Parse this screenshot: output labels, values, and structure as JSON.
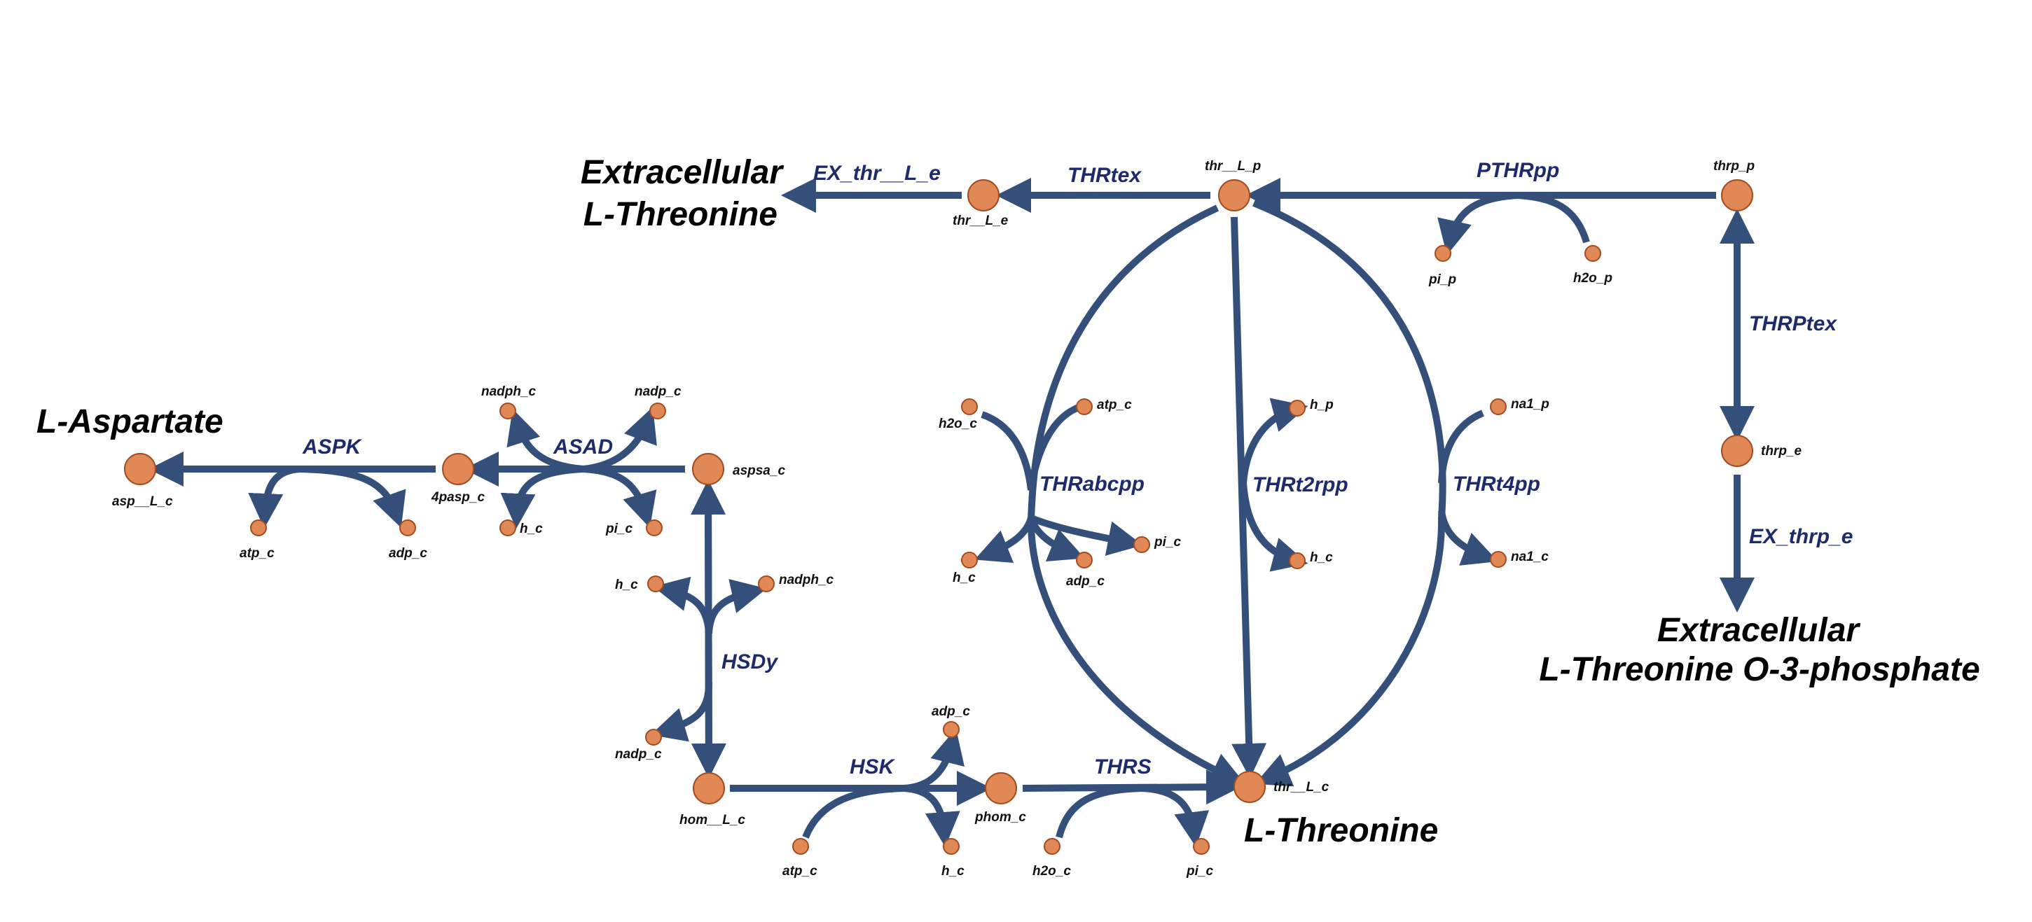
{
  "colors": {
    "edge": "#34507a",
    "metabolite_fill": "#e08856",
    "metabolite_stroke": "#a34b1f",
    "reaction_label": "#1f2a6b",
    "metabolite_label": "#111111"
  },
  "icons": {
    "metabolite_node": "circle",
    "reaction_arrow": "arrowhead"
  },
  "annotations": {
    "extracellular_threonine_line1": "Extracellular",
    "extracellular_threonine_line2": "L-Threonine",
    "l_aspartate": "L-Aspartate",
    "l_threonine": "L-Threonine",
    "extracellular_thrp_line1": "Extracellular",
    "extracellular_thrp_line2": "L-Threonine O-3-phosphate"
  },
  "reactions": {
    "EX_thr__L_e": "EX_thr__L_e",
    "THRtex": "THRtex",
    "PTHRpp": "PTHRpp",
    "THRPtex": "THRPtex",
    "EX_thrp_e": "EX_thrp_e",
    "ASPK": "ASPK",
    "ASAD": "ASAD",
    "HSDy": "HSDy",
    "HSK": "HSK",
    "THRS": "THRS",
    "THRabcpp": "THRabcpp",
    "THRt2rpp": "THRt2rpp",
    "THRt4pp": "THRt4pp"
  },
  "metabolites": {
    "thr__L_e": "thr__L_e",
    "thr__L_p": "thr__L_p",
    "thrp_p": "thrp_p",
    "thrp_e": "thrp_e",
    "pi_p": "pi_p",
    "h2o_p": "h2o_p",
    "asp__L_c": "asp__L_c",
    "atp_c_aspk": "atp_c",
    "adp_c_aspk": "adp_c",
    "4pasp_c": "4pasp_c",
    "nadph_c_asad": "nadph_c",
    "nadp_c_asad": "nadp_c",
    "h_c_asad": "h_c",
    "pi_c_asad": "pi_c",
    "aspsa_c": "aspsa_c",
    "h_c_hsdy": "h_c",
    "nadph_c_hsdy": "nadph_c",
    "nadp_c_hsdy": "nadp_c",
    "hom__L_c": "hom__L_c",
    "atp_c_hsk": "atp_c",
    "adp_c_hsk": "adp_c",
    "h_c_hsk": "h_c",
    "phom_c": "phom_c",
    "h2o_c_thrs": "h2o_c",
    "pi_c_thrs": "pi_c",
    "thr__L_c": "thr__L_c",
    "h2o_c_abc": "h2o_c",
    "atp_c_abc": "atp_c",
    "h_c_abc": "h_c",
    "adp_c_abc": "adp_c",
    "pi_c_abc": "pi_c",
    "h_p_t2": "h_p",
    "h_c_t2": "h_c",
    "na1_p": "na1_p",
    "na1_c": "na1_c"
  }
}
